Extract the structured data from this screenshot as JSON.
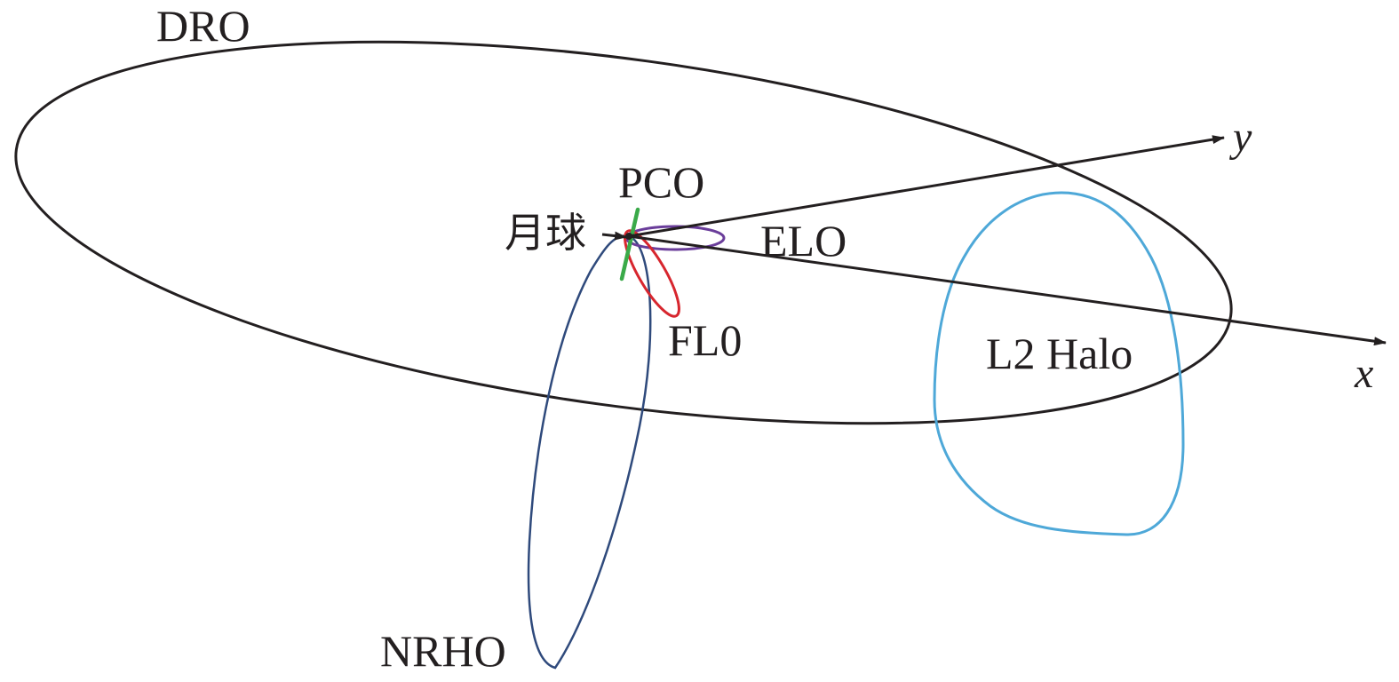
{
  "diagram": {
    "labels": {
      "dro": "DRO",
      "pco": "PCO",
      "moon": "月球",
      "elo": "ELO",
      "flo": "FL0",
      "l2_halo": "L2 Halo",
      "nrho": "NRHO",
      "x_axis": "x",
      "y_axis": "y"
    },
    "colors": {
      "dro": "#231f20",
      "pco": "#3aaa49",
      "elo": "#6a3d9a",
      "flo": "#d7262e",
      "nrho": "#2f4a7c",
      "l2_halo": "#4ea8d8",
      "axes": "#231f20"
    }
  }
}
